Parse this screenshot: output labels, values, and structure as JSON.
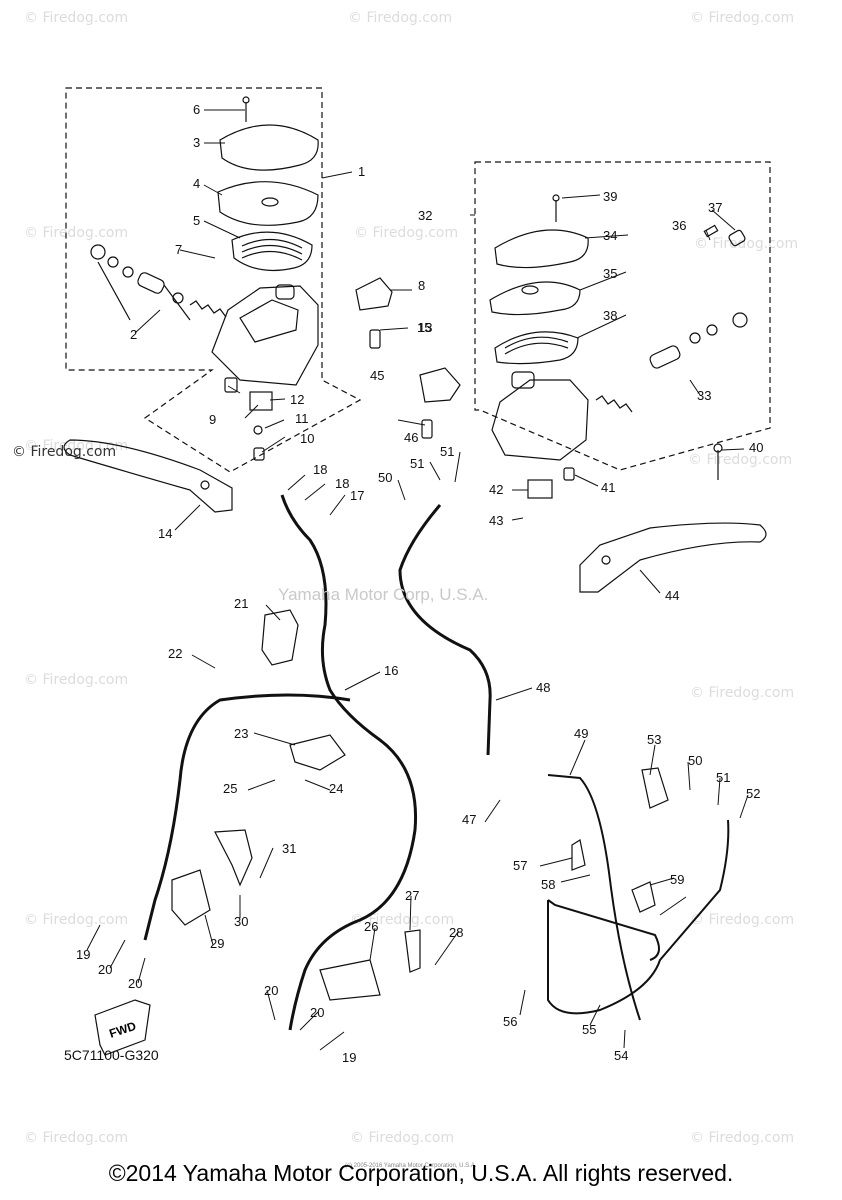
{
  "watermarks": [
    "© Firedog.com"
  ],
  "center_watermark": "Yamaha Motor Corp, U.S.A.",
  "diagram_code": "5C71100-G320",
  "copyright": "©2014 Yamaha Motor Corporation, U.S.A. All rights reserved.",
  "tiny_copyright": "(c) 2005-2016 Yamaha Motor Corporation, U.S.A.",
  "fwd_label": "FWD",
  "callouts": [
    "1",
    "2",
    "3",
    "4",
    "5",
    "6",
    "7",
    "8",
    "9",
    "10",
    "11",
    "12",
    "13",
    "14",
    "15",
    "16",
    "17",
    "18",
    "18",
    "19",
    "19",
    "20",
    "20",
    "20",
    "20",
    "21",
    "22",
    "23",
    "24",
    "25",
    "26",
    "27",
    "28",
    "29",
    "30",
    "31",
    "32",
    "33",
    "34",
    "35",
    "36",
    "37",
    "38",
    "39",
    "40",
    "41",
    "42",
    "43",
    "44",
    "45",
    "46",
    "47",
    "48",
    "49",
    "50",
    "50",
    "51",
    "51",
    "51",
    "52",
    "53",
    "54",
    "55",
    "56",
    "57",
    "58",
    "59"
  ]
}
